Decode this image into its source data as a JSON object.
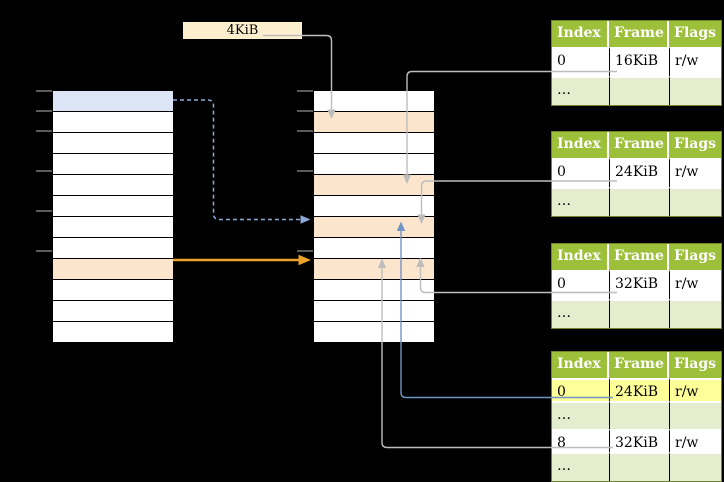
{
  "colors": {
    "background": "#000000",
    "header_green": "#9dc03a",
    "row_green": "#e4eecf",
    "highlight_yellow": "#ffff99",
    "peach": "#fce5cd",
    "blue_row": "#dbe5f6",
    "cream": "#fcefce",
    "gray_line": "#bdbdbd",
    "blue_solid": "#7293c5",
    "blue_dashed": "#8da9d8",
    "orange": "#eaa22b"
  },
  "size_label": {
    "text": "4KiB"
  },
  "left_column": {
    "row_fills": [
      "blue",
      "white",
      "white",
      "white",
      "white",
      "white",
      "white",
      "white",
      "peach",
      "white",
      "white",
      "white"
    ]
  },
  "middle_column": {
    "row_fills": [
      "white",
      "peach",
      "white",
      "white",
      "peach",
      "white",
      "peach",
      "white",
      "peach",
      "white",
      "white",
      "white"
    ]
  },
  "right_tables": [
    {
      "title_row": [
        "Index",
        "Frame",
        "Flags"
      ],
      "rows": [
        {
          "cells": [
            "0",
            "16KiB",
            "r/w"
          ],
          "style": "white"
        },
        {
          "cells": [
            "…",
            "",
            ""
          ],
          "style": "green"
        }
      ]
    },
    {
      "title_row": [
        "Index",
        "Frame",
        "Flags"
      ],
      "rows": [
        {
          "cells": [
            "0",
            "24KiB",
            "r/w"
          ],
          "style": "white"
        },
        {
          "cells": [
            "…",
            "",
            ""
          ],
          "style": "green"
        }
      ]
    },
    {
      "title_row": [
        "Index",
        "Frame",
        "Flags"
      ],
      "rows": [
        {
          "cells": [
            "0",
            "32KiB",
            "r/w"
          ],
          "style": "white"
        },
        {
          "cells": [
            "…",
            "",
            ""
          ],
          "style": "green"
        }
      ]
    },
    {
      "title_row": [
        "Index",
        "Frame",
        "Flags"
      ],
      "rows": [
        {
          "cells": [
            "0",
            "24KiB",
            "r/w"
          ],
          "style": "yellow"
        },
        {
          "cells": [
            "…",
            "",
            ""
          ],
          "style": "green"
        },
        {
          "cells": [
            "8",
            "32KiB",
            "r/w"
          ],
          "style": "white"
        },
        {
          "cells": [
            "…",
            "",
            ""
          ],
          "style": "green"
        }
      ]
    }
  ],
  "connections": [
    {
      "from": "size-label-4KiB",
      "to": "middle-column-row-2",
      "style": "gray"
    },
    {
      "from": "table-16KiB-frame",
      "to": "middle-column-row-5",
      "style": "gray"
    },
    {
      "from": "table-24KiB-frame",
      "to": "middle-column-row-7",
      "style": "gray"
    },
    {
      "from": "table-32KiB-frame",
      "to": "middle-column-row-9",
      "style": "gray"
    },
    {
      "from": "table-4-frame-24KiB",
      "to": "middle-column-row-7",
      "style": "blue"
    },
    {
      "from": "table-4-frame-32KiB",
      "to": "middle-column-row-9",
      "style": "gray"
    },
    {
      "from": "left-column-row-1",
      "to": "middle-column-row-7",
      "style": "blue-dashed"
    },
    {
      "from": "left-column-row-9",
      "to": "middle-column-row-9",
      "style": "orange"
    }
  ]
}
